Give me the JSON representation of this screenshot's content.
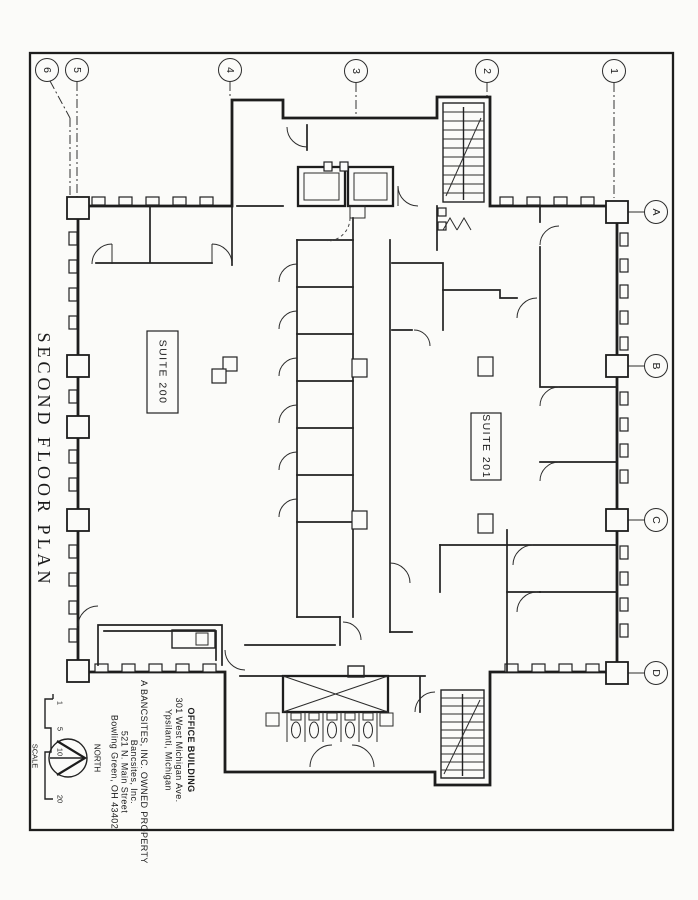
{
  "sheet": {
    "background": "#fbfbf9",
    "ink": "#1d1d1d"
  },
  "title": {
    "text": "SECOND FLOOR PLAN"
  },
  "suite_200": {
    "label": "SUITE 200"
  },
  "suite_201": {
    "label": "SUITE 201"
  },
  "grid": {
    "columns": [
      "6",
      "5",
      "4",
      "3",
      "2",
      "1"
    ],
    "rows": [
      "A",
      "B",
      "C",
      "D"
    ]
  },
  "compass": {
    "label": "NORTH"
  },
  "scale_bar": {
    "label": "SCALE",
    "ticks": [
      "1",
      "5",
      "10",
      "20"
    ]
  },
  "address_block": {
    "lines": [
      "OFFICE BUILDING",
      "301 West Michigan Ave.",
      "Ypsilanti, Michigan",
      "A BANCSITES, INC. OWNED PROPERTY",
      "Bancsites, Inc.",
      "521 N. Main Street",
      "Bowling Green, OH 43402"
    ]
  }
}
